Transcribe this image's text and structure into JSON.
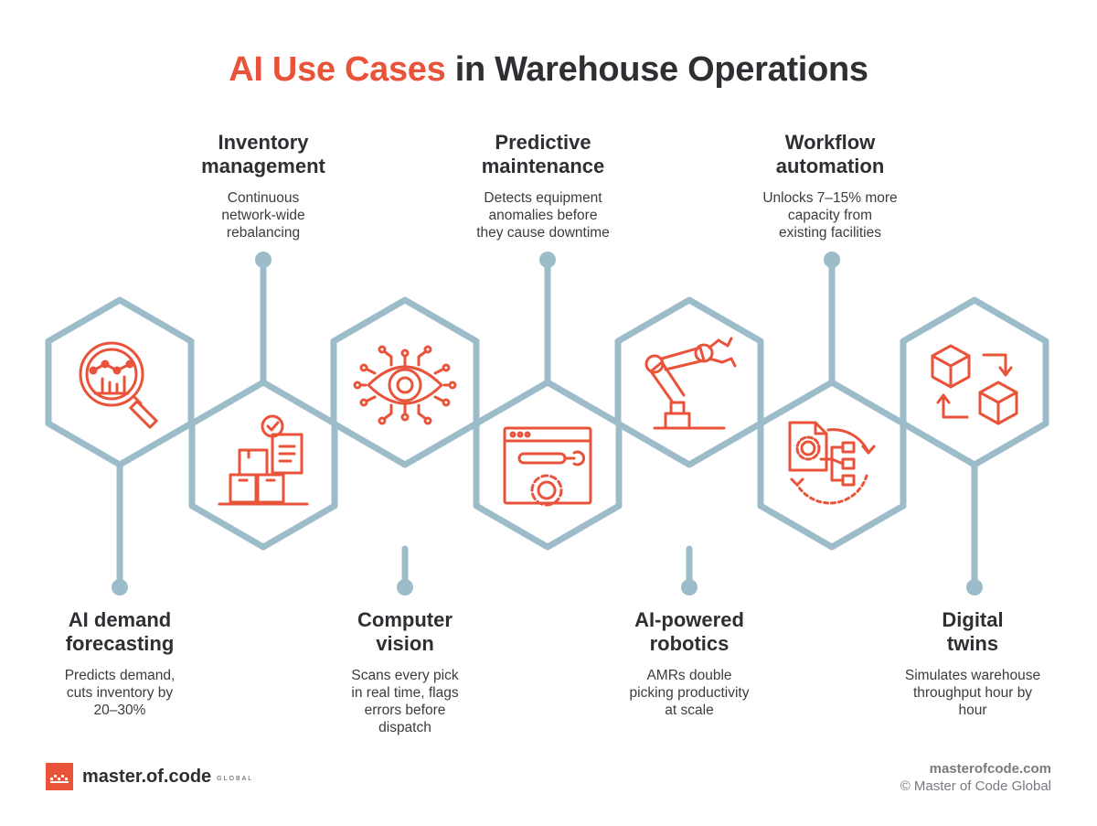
{
  "title": {
    "accent": "AI Use Cases",
    "rest": " in Warehouse Operations"
  },
  "colors": {
    "accent": "#e8533a",
    "hex_stroke": "#9bbcc8",
    "text": "#2d2f33"
  },
  "use_cases": [
    {
      "head": "AI demand\nforecasting",
      "desc": "Predicts demand,\ncuts inventory by\n20–30%",
      "icon": "magnifier-chart-icon",
      "position": "bottom"
    },
    {
      "head": "Inventory\nmanagement",
      "desc": "Continuous\nnetwork-wide\nrebalancing",
      "icon": "boxes-checklist-icon",
      "position": "top"
    },
    {
      "head": "Computer\nvision",
      "desc": "Scans every pick\nin real time, flags\nerrors before\ndispatch",
      "icon": "eye-circuit-icon",
      "position": "bottom"
    },
    {
      "head": "Predictive\nmaintenance",
      "desc": "Detects equipment\nanomalies before\nthey cause downtime",
      "icon": "browser-gear-wrench-icon",
      "position": "top"
    },
    {
      "head": "AI-powered\nrobotics",
      "desc": "AMRs double\npicking productivity\nat scale",
      "icon": "robot-arm-icon",
      "position": "bottom"
    },
    {
      "head": "Workflow\nautomation",
      "desc": "Unlocks 7–15% more\ncapacity from\nexisting facilities",
      "icon": "document-gear-flow-icon",
      "position": "top"
    },
    {
      "head": "Digital\ntwins",
      "desc": "Simulates warehouse\nthroughput hour by\nhour",
      "icon": "cubes-sync-icon",
      "position": "bottom"
    }
  ],
  "footer": {
    "logo_text": "master.of.code",
    "logo_sub": "GLOBAL",
    "site": "masterofcode.com",
    "copyright": "© Master of Code Global"
  }
}
